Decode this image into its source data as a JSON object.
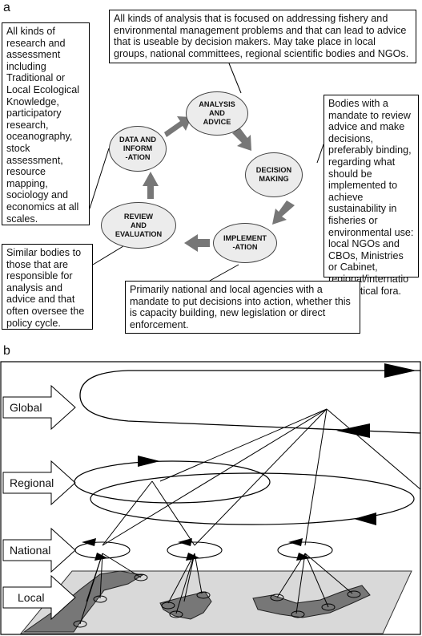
{
  "panel_a": {
    "letter": "a",
    "nodes": {
      "analysis": "ANALYSIS\nAND\nADVICE",
      "decision": "DECISION\nMAKING",
      "implement": "IMPLEMENT\n-ATION",
      "review": "REVIEW\nAND\nEVALUATION",
      "data": "DATA AND\nINFORM\n-ATION"
    },
    "notes": {
      "top": "All kinds of analysis that is focused on addressing fishery and environmental management problems and that can lead to advice that is useable by decision makers. May take place in local groups, national committees, regional scientific bodies and NGOs.",
      "left": "All kinds of research and assessment including Traditional or Local Ecological Knowledge, participatory research, oceanography, stock assessment, resource mapping, sociology and economics at all scales.",
      "right": "Bodies with a mandate to review advice and make decisions, preferably binding, regarding what should be implemented to achieve sustainability in fisheries or environmental use: local NGOs and CBOs, Ministries or Cabinet, regional/internatio nal political fora.",
      "bottom_left": "Similar bodies to those that are responsible for analysis and advice and that often oversee the policy cycle.",
      "bottom": "Primarily national and local agencies with a mandate to put decisions into action, whether this is capacity building, new legislation or direct enforcement."
    }
  },
  "panel_b": {
    "letter": "b",
    "levels": [
      "Global",
      "Regional",
      "National",
      "Local"
    ]
  },
  "colors": {
    "node_fill": "#ececec",
    "arrow": "#777777",
    "land": "#777777",
    "plane": "#d9d9d9"
  }
}
